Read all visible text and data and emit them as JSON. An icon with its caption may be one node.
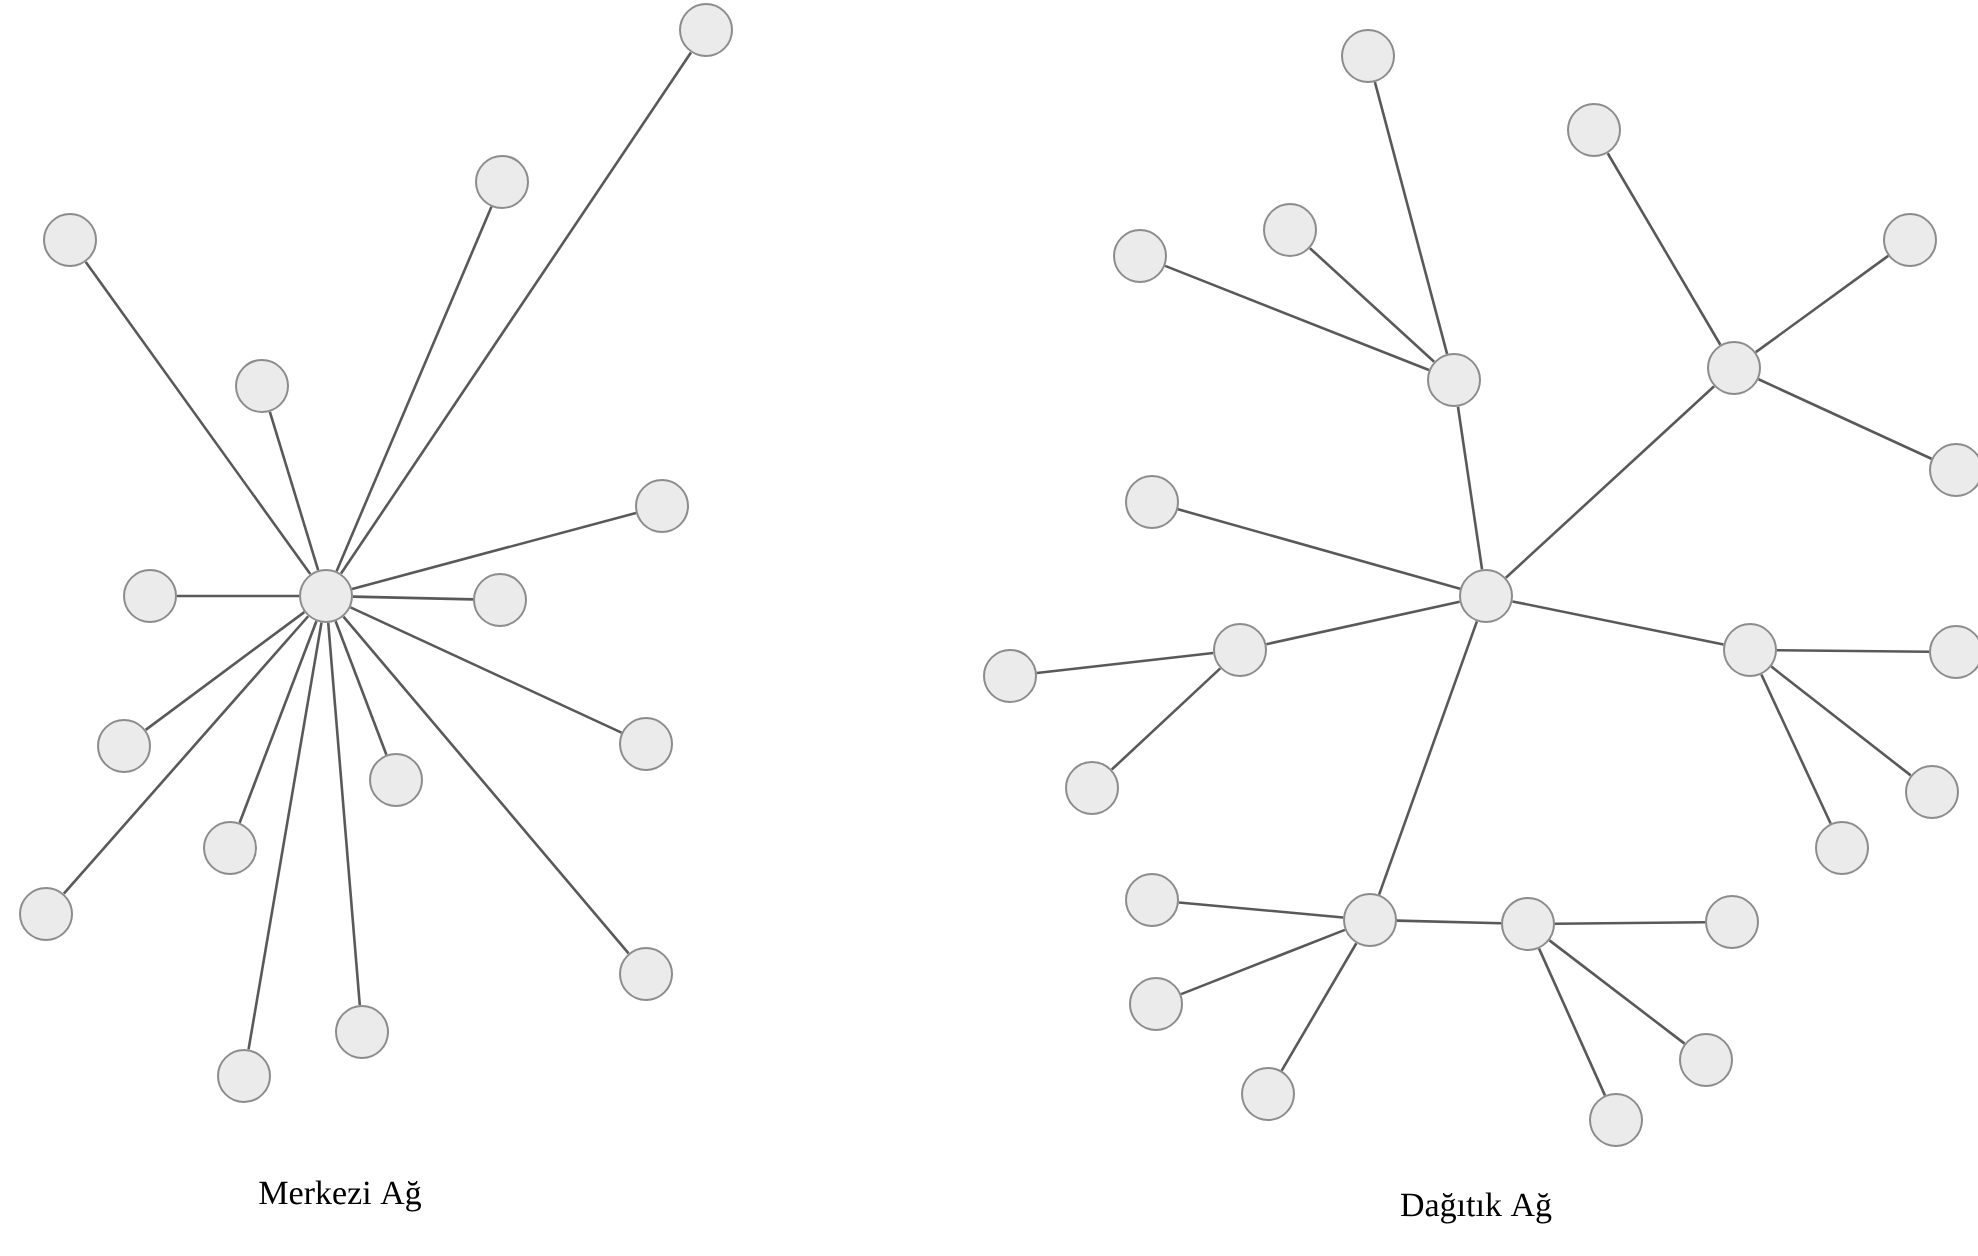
{
  "diagram": {
    "nodes": [
      {
        "text": [],
        "shape": "circle"
      },
      {
        "text": [],
        "shape": "circle"
      },
      {
        "text": [],
        "shape": "circle"
      },
      {
        "text": [],
        "shape": "circle"
      },
      {
        "text": [],
        "shape": "circle"
      },
      {
        "text": [],
        "shape": "circle"
      },
      {
        "text": [],
        "shape": "circle"
      },
      {
        "text": [],
        "shape": "circle"
      },
      {
        "text": [],
        "shape": "circle"
      },
      {
        "text": [],
        "shape": "circle"
      },
      {
        "text": [],
        "shape": "circle"
      },
      {
        "text": [],
        "shape": "circle"
      },
      {
        "text": [],
        "shape": "circle"
      },
      {
        "text": [],
        "shape": "circle"
      },
      {
        "text": [],
        "shape": "circle"
      },
      {
        "text": [],
        "shape": "circle"
      },
      {
        "text": [],
        "shape": "circle"
      },
      {
        "text": [],
        "shape": "circle"
      },
      {
        "text": [],
        "shape": "circle"
      },
      {
        "text": [],
        "shape": "circle"
      },
      {
        "text": [],
        "shape": "circle"
      },
      {
        "text": [],
        "shape": "circle"
      },
      {
        "text": [],
        "shape": "circle"
      },
      {
        "text": [],
        "shape": "circle"
      },
      {
        "text": [],
        "shape": "circle"
      },
      {
        "text": [],
        "shape": "circle"
      },
      {
        "text": [],
        "shape": "circle"
      },
      {
        "text": [],
        "shape": "circle"
      },
      {
        "text": [],
        "shape": "circle"
      },
      {
        "text": [],
        "shape": "circle"
      },
      {
        "text": [],
        "shape": "circle"
      },
      {
        "text": [],
        "shape": "circle"
      },
      {
        "text": [],
        "shape": "circle"
      },
      {
        "text": [],
        "shape": "circle"
      },
      {
        "text": [],
        "shape": "circle"
      },
      {
        "text": [],
        "shape": "circle"
      },
      {
        "text": [],
        "shape": "circle"
      },
      {
        "text": [],
        "shape": "circle"
      },
      {
        "text": [],
        "shape": "circle"
      },
      {
        "text": [],
        "shape": "circle"
      },
      {
        "text": [],
        "shape": "circle"
      }
    ],
    "edges": [
      {
        "from": 0,
        "to": 1,
        "arrow": "none"
      },
      {
        "from": 0,
        "to": 2,
        "arrow": "none"
      },
      {
        "from": 0,
        "to": 3,
        "arrow": "none"
      },
      {
        "from": 0,
        "to": 4,
        "arrow": "none"
      },
      {
        "from": 0,
        "to": 5,
        "arrow": "none"
      },
      {
        "from": 0,
        "to": 6,
        "arrow": "none"
      },
      {
        "from": 0,
        "to": 7,
        "arrow": "none"
      },
      {
        "from": 0,
        "to": 8,
        "arrow": "none"
      },
      {
        "from": 0,
        "to": 9,
        "arrow": "none"
      },
      {
        "from": 0,
        "to": 10,
        "arrow": "none"
      },
      {
        "from": 0,
        "to": 11,
        "arrow": "none"
      },
      {
        "from": 0,
        "to": 12,
        "arrow": "none"
      },
      {
        "from": 0,
        "to": 13,
        "arrow": "none"
      },
      {
        "from": 0,
        "to": 14,
        "arrow": "none"
      },
      {
        "from": 0,
        "to": 15,
        "arrow": "none"
      },
      {
        "from": 16,
        "to": 17,
        "arrow": "none"
      },
      {
        "from": 16,
        "to": 18,
        "arrow": "none"
      },
      {
        "from": 16,
        "to": 19,
        "arrow": "none"
      },
      {
        "from": 16,
        "to": 20,
        "arrow": "none"
      },
      {
        "from": 16,
        "to": 21,
        "arrow": "none"
      },
      {
        "from": 21,
        "to": 22,
        "arrow": "none"
      },
      {
        "from": 17,
        "to": 23,
        "arrow": "none"
      },
      {
        "from": 17,
        "to": 24,
        "arrow": "none"
      },
      {
        "from": 17,
        "to": 25,
        "arrow": "none"
      },
      {
        "from": 18,
        "to": 26,
        "arrow": "none"
      },
      {
        "from": 18,
        "to": 27,
        "arrow": "none"
      },
      {
        "from": 18,
        "to": 28,
        "arrow": "none"
      },
      {
        "from": 16,
        "to": 29,
        "arrow": "none"
      },
      {
        "from": 19,
        "to": 30,
        "arrow": "none"
      },
      {
        "from": 19,
        "to": 31,
        "arrow": "none"
      },
      {
        "from": 20,
        "to": 32,
        "arrow": "none"
      },
      {
        "from": 20,
        "to": 33,
        "arrow": "none"
      },
      {
        "from": 20,
        "to": 34,
        "arrow": "none"
      },
      {
        "from": 21,
        "to": 35,
        "arrow": "none"
      },
      {
        "from": 21,
        "to": 36,
        "arrow": "none"
      },
      {
        "from": 21,
        "to": 37,
        "arrow": "none"
      },
      {
        "from": 22,
        "to": 38,
        "arrow": "none"
      },
      {
        "from": 22,
        "to": 39,
        "arrow": "none"
      },
      {
        "from": 22,
        "to": 40,
        "arrow": "none"
      }
    ],
    "labels": [
      "Merkezi Ağ",
      "Dağıtık Ağ"
    ]
  }
}
